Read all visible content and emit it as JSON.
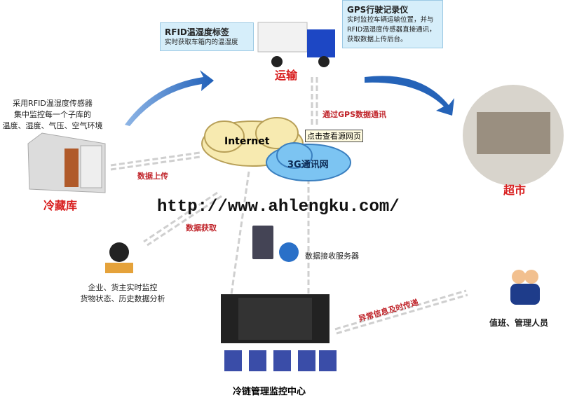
{
  "rfid_tag": {
    "title": "RFID温湿度标签",
    "desc": "实时获取车箱内的温湿度"
  },
  "gps": {
    "title": "GPS行驶记录仪",
    "desc": "实时监控车辆运输位置，并与RFID温湿度传感器直接通讯，获取数据上传后台。"
  },
  "transport": "运输",
  "gps_comm": "通过GPS数据通讯",
  "cold_storage": {
    "desc": [
      "采用RFID温湿度传感器",
      "集中监控每一个子库的",
      "温度、湿度、气压、空气环境"
    ],
    "label": "冷藏库"
  },
  "upload": "数据上传",
  "internet": "Internet",
  "network_3g": "3G通讯网",
  "tooltip": "点击查看源网页",
  "supermarket": "超市",
  "url": "http://www.ahlengku.com/",
  "fetch": "数据获取",
  "server": "数据接收服务器",
  "enterprise": [
    "企业、货主实时监控",
    "货物状态、历史数据分析"
  ],
  "alert": "异常信息及时传递",
  "staff": "值班、管理人员",
  "center": "冷链管理监控中心"
}
